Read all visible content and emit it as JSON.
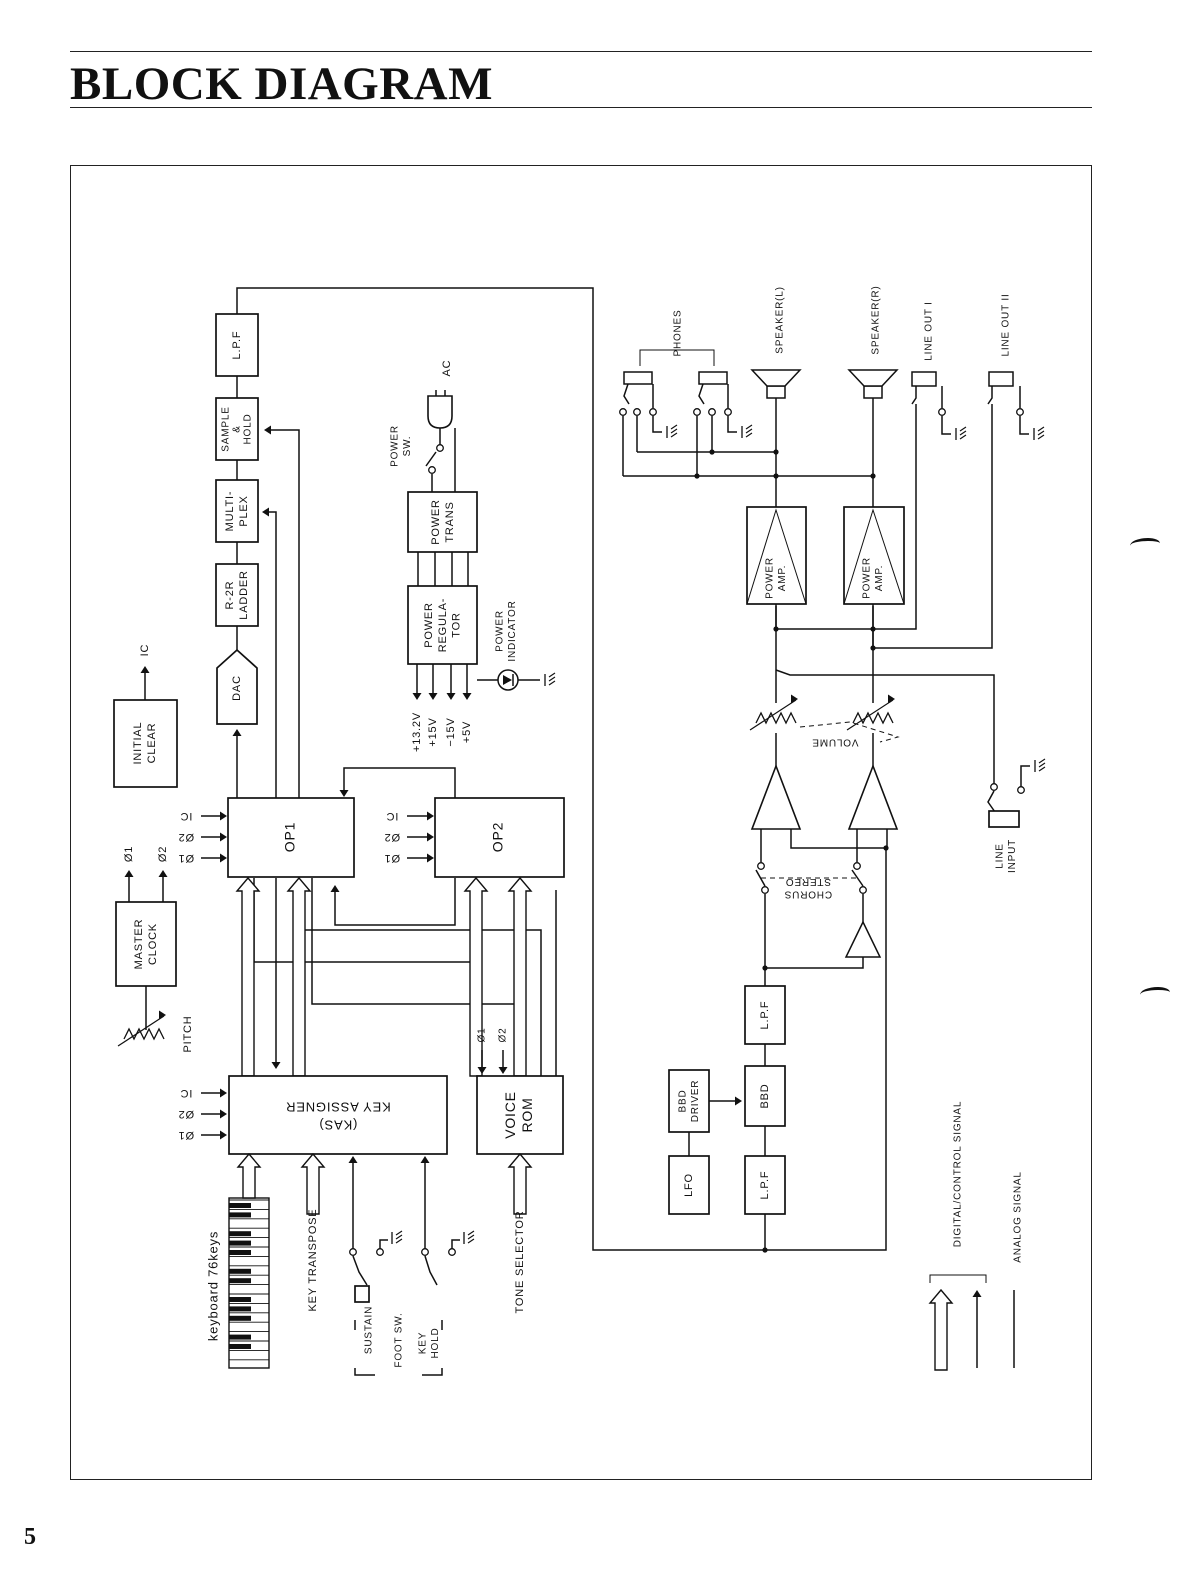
{
  "page": {
    "title": "BLOCK DIAGRAM",
    "page_number": "5"
  },
  "blocks": {
    "initial_clear": [
      "INITIAL",
      "CLEAR"
    ],
    "master_clock": [
      "MASTER",
      "CLOCK"
    ],
    "dac": "DAC",
    "r2r": [
      "R-2R",
      "LADDER"
    ],
    "multiplex": [
      "MULTI-",
      "PLEX"
    ],
    "sample_hold": [
      "SAMPLE",
      "&",
      "HOLD"
    ],
    "lpf": "L.P.F",
    "op1": "OP1",
    "op2": "OP2",
    "key_assigner": [
      "KEY ASSIGNER",
      "(KAS)"
    ],
    "voice_rom": [
      "VOICE",
      "ROM"
    ],
    "power_trans": [
      "POWER",
      "TRANS"
    ],
    "power_regulator": [
      "POWER",
      "REGULA-",
      "TOR"
    ],
    "power_amp": [
      "POWER",
      "AMP."
    ],
    "bbd": "BBD",
    "bbd_driver": [
      "BBD",
      "DRIVER"
    ],
    "lfo": "LFO"
  },
  "labels": {
    "ic": "IC",
    "phi1": "Ø1",
    "phi2": "Ø2",
    "pitch": "PITCH",
    "ac": "AC",
    "power_sw": [
      "POWER",
      "SW."
    ],
    "power_indicator": [
      "POWER",
      "INDICATOR"
    ],
    "voltages": [
      "+13.2V",
      "+15V",
      "−15V",
      "+5V"
    ],
    "phones": "PHONES",
    "speaker_l": "SPEAKER(L)",
    "speaker_r": "SPEAKER(R)",
    "line_out_1": "LINE OUT I",
    "line_out_2": "LINE OUT II",
    "line_input": [
      "LINE",
      "INPUT"
    ],
    "volume": "VOLUME",
    "stereo_chorus": [
      "STEREO",
      "CHORUS"
    ],
    "keyboard": "keyboard 76keys",
    "key_transpose": "KEY TRANSPOSE",
    "sustain": "SUSTAIN",
    "foot_sw": "FOOT SW.",
    "key_hold": [
      "KEY",
      "HOLD"
    ],
    "tone_selector": "TONE SELECTOR"
  },
  "legend": {
    "digital": "DIGITAL/CONTROL SIGNAL",
    "analog": "ANALOG SIGNAL"
  }
}
